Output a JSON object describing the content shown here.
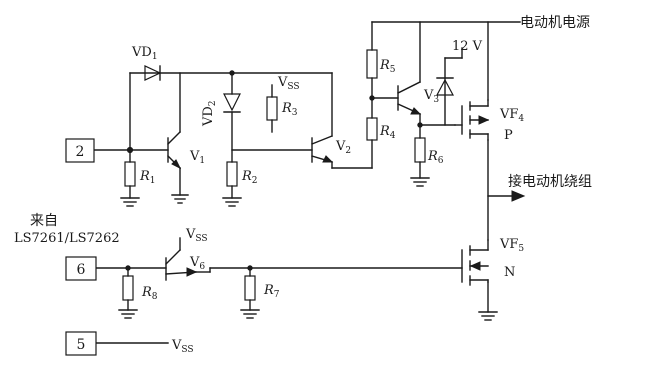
{
  "connectors": [
    {
      "id": "pin-2",
      "label": "2"
    },
    {
      "id": "pin-6",
      "label": "6"
    },
    {
      "id": "pin-5",
      "label": "5"
    }
  ],
  "source_label": [
    "来自",
    "LS7261/LS7262"
  ],
  "motor_power_label": "电动机电源",
  "motor_winding_label": "接电动机绕组",
  "supply_12v_label": "12 V",
  "vss": {
    "main": "V",
    "sub": "SS"
  },
  "components": {
    "vd1": {
      "main": "VD",
      "sub": "1"
    },
    "vd2": {
      "main": "VD",
      "sub": "2"
    },
    "r1": {
      "main": "R",
      "sub": "1"
    },
    "r2": {
      "main": "R",
      "sub": "2"
    },
    "r3": {
      "main": "R",
      "sub": "3"
    },
    "r4": {
      "main": "R",
      "sub": "4"
    },
    "r5": {
      "main": "R",
      "sub": "5"
    },
    "r6": {
      "main": "R",
      "sub": "6"
    },
    "r7": {
      "main": "R",
      "sub": "7"
    },
    "r8": {
      "main": "R",
      "sub": "8"
    },
    "v1": {
      "main": "V",
      "sub": "1"
    },
    "v2": {
      "main": "V",
      "sub": "2"
    },
    "v3": {
      "main": "V",
      "sub": "3"
    },
    "v6": {
      "main": "V",
      "sub": "6"
    },
    "vf4": {
      "main": "VF",
      "sub": "4",
      "type": "P"
    },
    "vf5": {
      "main": "VF",
      "sub": "5",
      "type": "N"
    }
  }
}
